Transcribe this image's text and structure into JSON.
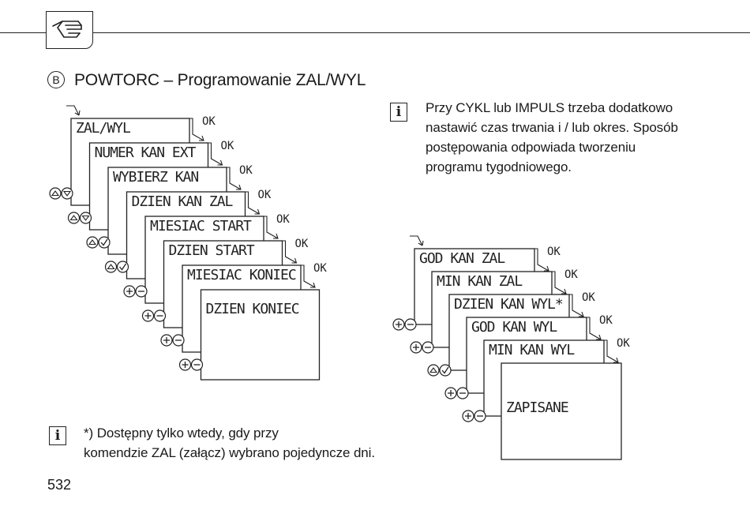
{
  "header": {
    "section_letter": "B",
    "section_title": "POWTORC – Programowanie ZAL/WYL"
  },
  "note_top": "Przy CYKL lub IMPULS trzeba dodatkowo nastawić czas trwania i / lub okres. Sposób postępowania odpowiada tworzeniu programu tygodniowego.",
  "note_top_lines": [
    "Przy CYKL lub IMPULS trzeba dodatkowo",
    "nastawić czas trwania i / lub okres. Sposób",
    "postępowania odpowiada tworzeniu",
    "programu tygodniowego."
  ],
  "note_bottom_lines": [
    "*) Dostępny tylko wtedy, gdy przy",
    "komendzie ZAL (załącz) wybrano pojedyncze dni."
  ],
  "info_icon_glyph": "i",
  "ok_label": "OK",
  "left_sequence": {
    "screens": [
      "ZAL/WYL",
      "NUMER KAN EXT",
      "WYBIERZ KAN",
      "DZIEN KAN ZAL",
      "MIESIAC START",
      "DZIEN START",
      "MIESIAC KONIEC",
      "DZIEN KONIEC"
    ],
    "buttons": [
      "up-down",
      "up-down",
      "up-ok",
      "up-ok",
      "plus-minus",
      "plus-minus",
      "plus-minus",
      "plus-minus"
    ]
  },
  "right_sequence": {
    "screens": [
      "GOD KAN ZAL",
      "MIN KAN ZAL",
      "DZIEN KAN WYL*",
      "GOD KAN WYL",
      "MIN KAN WYL",
      "ZAPISANE"
    ],
    "buttons": [
      "plus-minus",
      "plus-minus",
      "up-ok",
      "plus-minus",
      "plus-minus"
    ]
  },
  "page_number": "532"
}
